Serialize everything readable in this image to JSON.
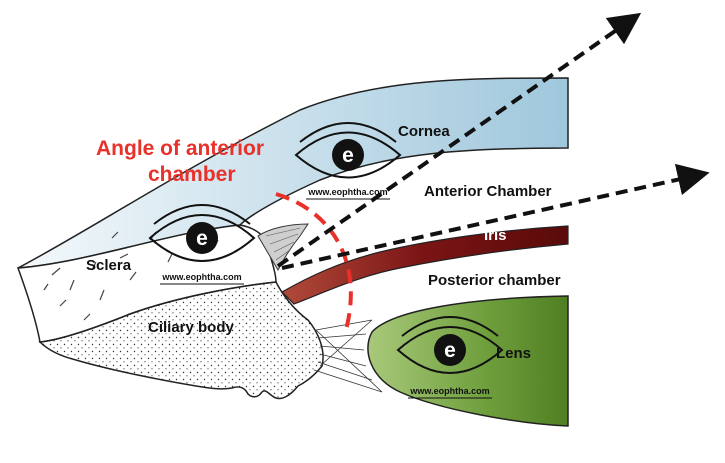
{
  "title": {
    "line1": "Angle of anterior",
    "line2": "chamber"
  },
  "labels": {
    "cornea": "Cornea",
    "anterior_chamber": "Anterior Chamber",
    "iris": "Iris",
    "sclera": "Sclera",
    "posterior_chamber": "Posterior chamber",
    "ciliary_body": "Ciliary body",
    "lens": "Lens"
  },
  "watermark": {
    "letter": "e",
    "url": "www.eophtha.com"
  },
  "colors": {
    "title": "#e8312b",
    "cornea_fill": "#dfeef5",
    "iris_fill": "#8a1a1a",
    "lens_fill": "#7aa84a",
    "angle_arc": "#e8312b",
    "arrow": "#111111"
  }
}
